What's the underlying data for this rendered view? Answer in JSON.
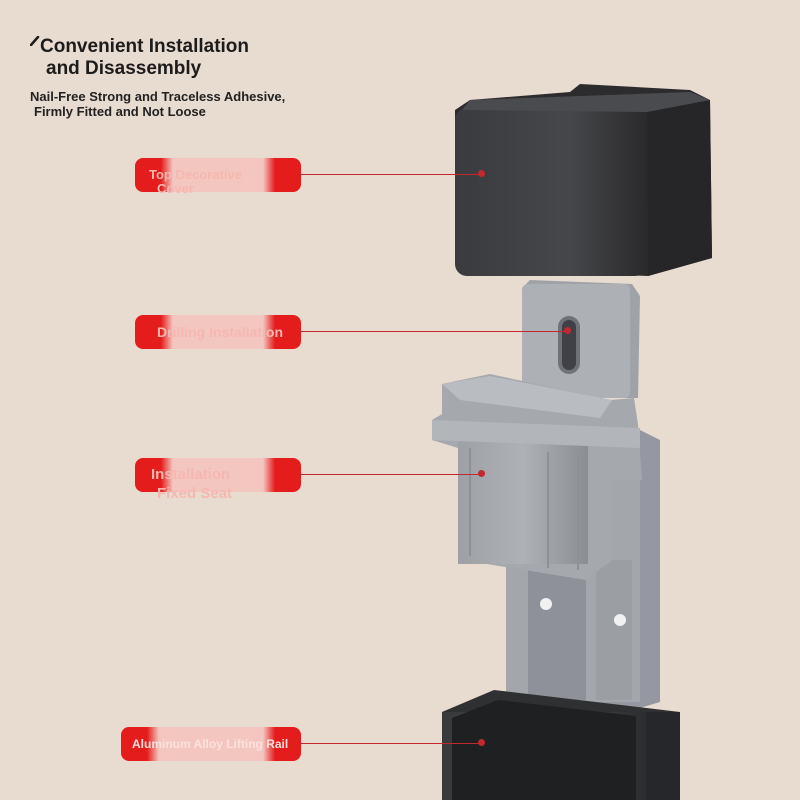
{
  "heading": {
    "line1": "Convenient Installation",
    "line2": "and Disassembly"
  },
  "subheading": {
    "line1": "Nail-Free Strong and Traceless Adhesive,",
    "line2": "Firmly Fitted and Not Loose"
  },
  "callouts": [
    {
      "id": "top-cover",
      "line1": "Top Decorative",
      "line2": "Cover"
    },
    {
      "id": "drilling",
      "line1": "Drilling Installation",
      "line2": ""
    },
    {
      "id": "fixed-seat",
      "line1": "Installation",
      "line2": "Fixed Seat"
    },
    {
      "id": "rail",
      "line1": "Aluminum Alloy Lifting Rail",
      "line2": ""
    }
  ],
  "colors": {
    "background": "#e8dbcf",
    "accent": "#e41c1c",
    "leader": "#c2282e",
    "cover": "#3a3b3d",
    "seat": "#a3a6ab"
  }
}
